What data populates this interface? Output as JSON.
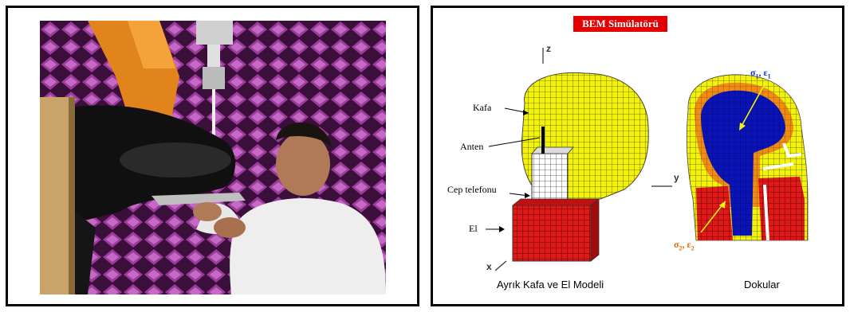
{
  "banner": "BEM Simülatörü",
  "labels": {
    "kafa": "Kafa",
    "anten": "Anten",
    "cep_telefonu": "Cep telefonu",
    "el": "El"
  },
  "axes": {
    "z": "z",
    "y": "y",
    "x": "x"
  },
  "sigma_top": {
    "sym1": "σ",
    "sub1": "1",
    "sep": ", ",
    "sym2": "ε",
    "sub2": "1"
  },
  "sigma_bottom": {
    "sym1": "σ",
    "sub1": "2",
    "sep": ", ",
    "sym2": "ε",
    "sub2": "2"
  },
  "captions": {
    "model": "Ayrık Kafa ve El Modeli",
    "tissues": "Dokular"
  },
  "colors": {
    "banner": "#e30000",
    "head": "#f2f20a",
    "hand": "#e01818",
    "phone": "#ffffff",
    "tissue_blue": "#0a14b4",
    "tissue_orange": "#f08c14",
    "tissue_red": "#e01818",
    "chamber_purple": "#8a2a8a"
  }
}
